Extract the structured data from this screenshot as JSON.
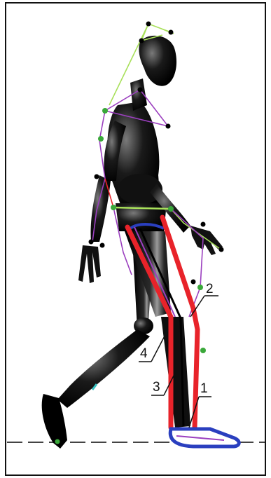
{
  "figure": {
    "callouts": [
      {
        "id": "1",
        "label": "1"
      },
      {
        "id": "2",
        "label": "2"
      },
      {
        "id": "3",
        "label": "3"
      },
      {
        "id": "4",
        "label": "4"
      }
    ]
  },
  "colors": {
    "background": "#ffffff",
    "border": "#111111",
    "mannequin": "#0b0b0b",
    "marker_red": "#e8232a",
    "marker_blue": "#2a3fbf",
    "marker_purple": "#9b3fbf",
    "skeleton_green": "#a8e05a",
    "joint_green": "#3aa83a",
    "joint_black": "#000000",
    "ground_line": "#444444"
  }
}
